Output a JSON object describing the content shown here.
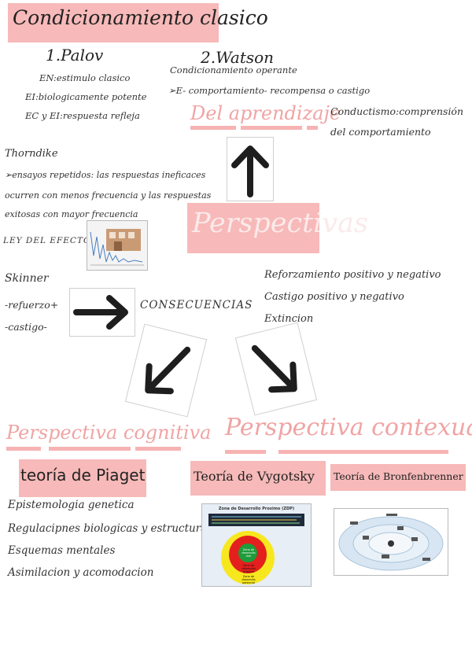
{
  "title": "Condicionamiento clasico",
  "palov": {
    "heading": "1.Palov",
    "lines": [
      "EN:estimulo clasico",
      "EI:biologicamente potente",
      "EC y EI:respuesta refleja"
    ]
  },
  "watson": {
    "heading": "2.Watson",
    "subtitle": "Condicionamiento operante",
    "bullet": "E- comportamiento- recompensa o castigo"
  },
  "aprendizaje": {
    "heading": "Del aprendizaje",
    "side_line1": "Conductismo:comprensión",
    "side_line2": "del comportamiento"
  },
  "thorndike": {
    "name": "Thorndike",
    "bullet_line1": "ensayos repetidos: las respuestas ineficaces",
    "bullet_line2": "ocurren con menos frecuencia y las respuestas",
    "bullet_line3": "exitosas con mayor frecuencia",
    "law": "LEY DEL EFECTO"
  },
  "center_title": "Perspectivas",
  "skinner": {
    "name": "Skinner",
    "plus": "-refuerzo+",
    "minus": "-castigo-"
  },
  "consecuencias": "CONSECUENCIAS",
  "reinforcement": [
    "Reforzamiento positivo y negativo",
    "Castigo positivo y negativo",
    "Extincion"
  ],
  "cognitiva": {
    "heading": "Perspectiva cognitiva",
    "theory": "teoría de Piaget",
    "items": [
      "Epistemologia genetica",
      "Regulacipnes biologicas y estructuras cognitivas",
      "Esquemas mentales",
      "Asimilacion y acomodacion"
    ]
  },
  "contexual": {
    "heading": "Perspectiva contexual",
    "vygotsky": "Teoría de Vygotsky",
    "bronfenbrenner": "Teoría de Bronfenbrenner"
  },
  "zdp_image": {
    "header": "Zona de Desarrollo Proximo (ZDP)",
    "inner": "Zona de desarrollo real",
    "middle": "Zona de desarrollo proximo",
    "outer": "Zona de desarrollo potencial"
  },
  "colors": {
    "pink_box": "#f7b9b9",
    "pink_text": "#f0a4a4",
    "arrow": "#1e1e1e"
  }
}
